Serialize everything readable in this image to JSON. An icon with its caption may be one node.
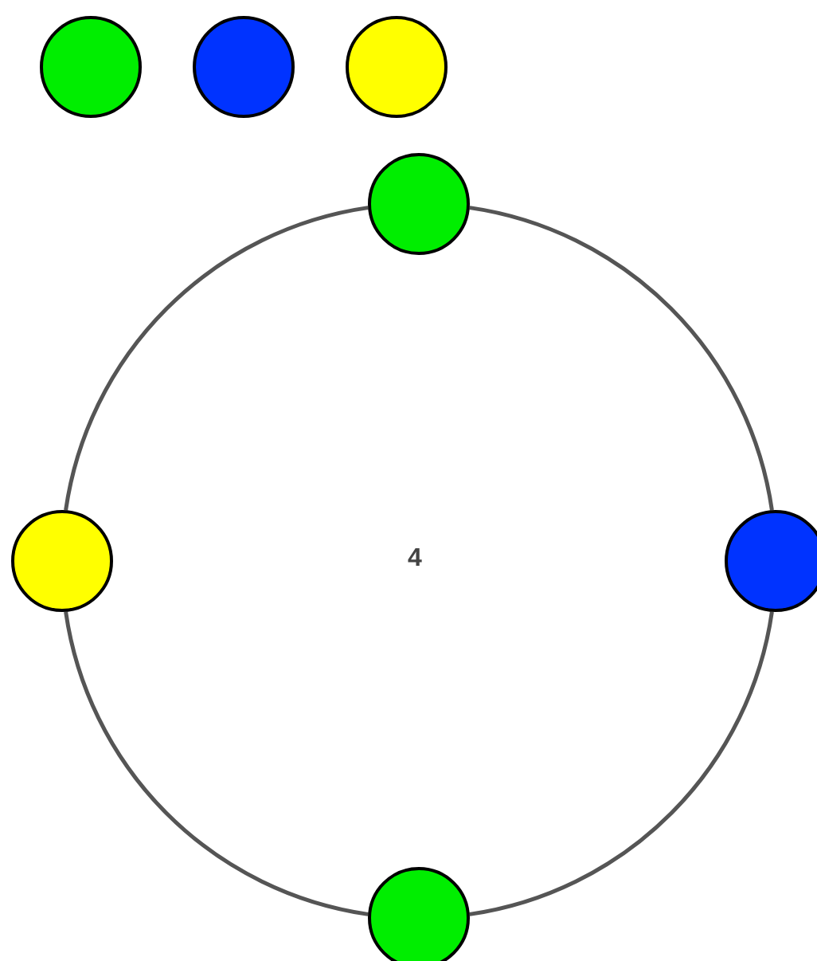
{
  "diagram": {
    "nodes": [
      {
        "text": [],
        "shape": "circle"
      },
      {
        "text": [],
        "shape": "circle"
      },
      {
        "text": [],
        "shape": "circle"
      },
      {
        "text": [],
        "shape": "circle"
      },
      {
        "text": [],
        "shape": "circle"
      },
      {
        "text": [],
        "shape": "circle"
      },
      {
        "text": [],
        "shape": "circle"
      }
    ],
    "edges": [
      {
        "from": 3,
        "to": 5,
        "arrow": "none"
      },
      {
        "from": 5,
        "to": 6,
        "arrow": "none"
      },
      {
        "from": 6,
        "to": 4,
        "arrow": "none"
      },
      {
        "from": 4,
        "to": 3,
        "arrow": "none"
      }
    ],
    "labels": [
      "4"
    ]
  }
}
